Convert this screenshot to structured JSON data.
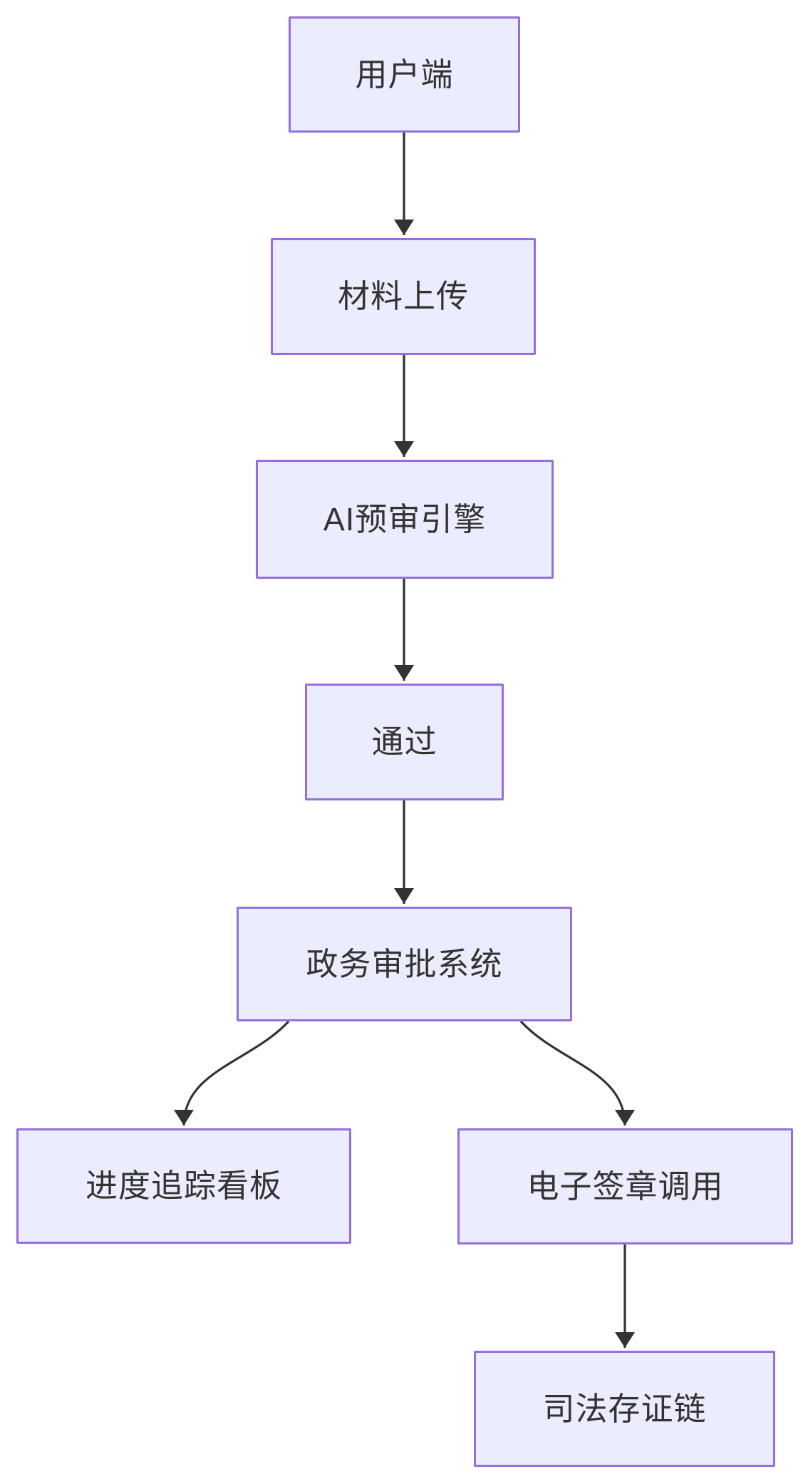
{
  "diagram": {
    "type": "flowchart",
    "direction": "top-down",
    "nodes": [
      {
        "id": "user-client",
        "label": "用户端"
      },
      {
        "id": "material-upload",
        "label": "材料上传"
      },
      {
        "id": "ai-precheck-engine",
        "label": "AI预审引擎"
      },
      {
        "id": "pass",
        "label": "通过"
      },
      {
        "id": "gov-approval-system",
        "label": "政务审批系统"
      },
      {
        "id": "progress-tracking-board",
        "label": "进度追踪看板"
      },
      {
        "id": "e-signature-call",
        "label": "电子签章调用"
      },
      {
        "id": "judicial-evidence-chain",
        "label": "司法存证链"
      }
    ],
    "edges": [
      {
        "from": "user-client",
        "to": "material-upload"
      },
      {
        "from": "material-upload",
        "to": "ai-precheck-engine"
      },
      {
        "from": "ai-precheck-engine",
        "to": "pass"
      },
      {
        "from": "pass",
        "to": "gov-approval-system"
      },
      {
        "from": "gov-approval-system",
        "to": "progress-tracking-board"
      },
      {
        "from": "gov-approval-system",
        "to": "e-signature-call"
      },
      {
        "from": "e-signature-call",
        "to": "judicial-evidence-chain"
      }
    ],
    "colors": {
      "node_fill": "#ECECFF",
      "node_border": "#9370DB",
      "arrow": "#333333",
      "text": "#333333",
      "background": "#FFFFFF"
    }
  }
}
